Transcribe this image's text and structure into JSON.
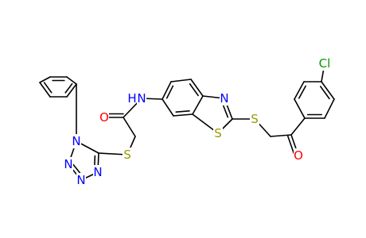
{
  "structure": {
    "colors": {
      "bond": "#000000",
      "nitrogen": "#0000ff",
      "sulfur": "#999900",
      "oxygen": "#ff0000",
      "chlorine": "#009900"
    },
    "atom_labels": {
      "nh": "N",
      "h_of_nh": "H",
      "amide_oxygen": "O",
      "thioether_s_left": "S",
      "tetrazole_n1": "N",
      "tetrazole_n2": "N",
      "tetrazole_n3": "N",
      "tetrazole_n4": "N",
      "thiazole_n": "N",
      "thiazole_s": "S",
      "thioether_s_right": "S",
      "ketone_oxygen": "O",
      "chlorine": "Cl"
    }
  }
}
